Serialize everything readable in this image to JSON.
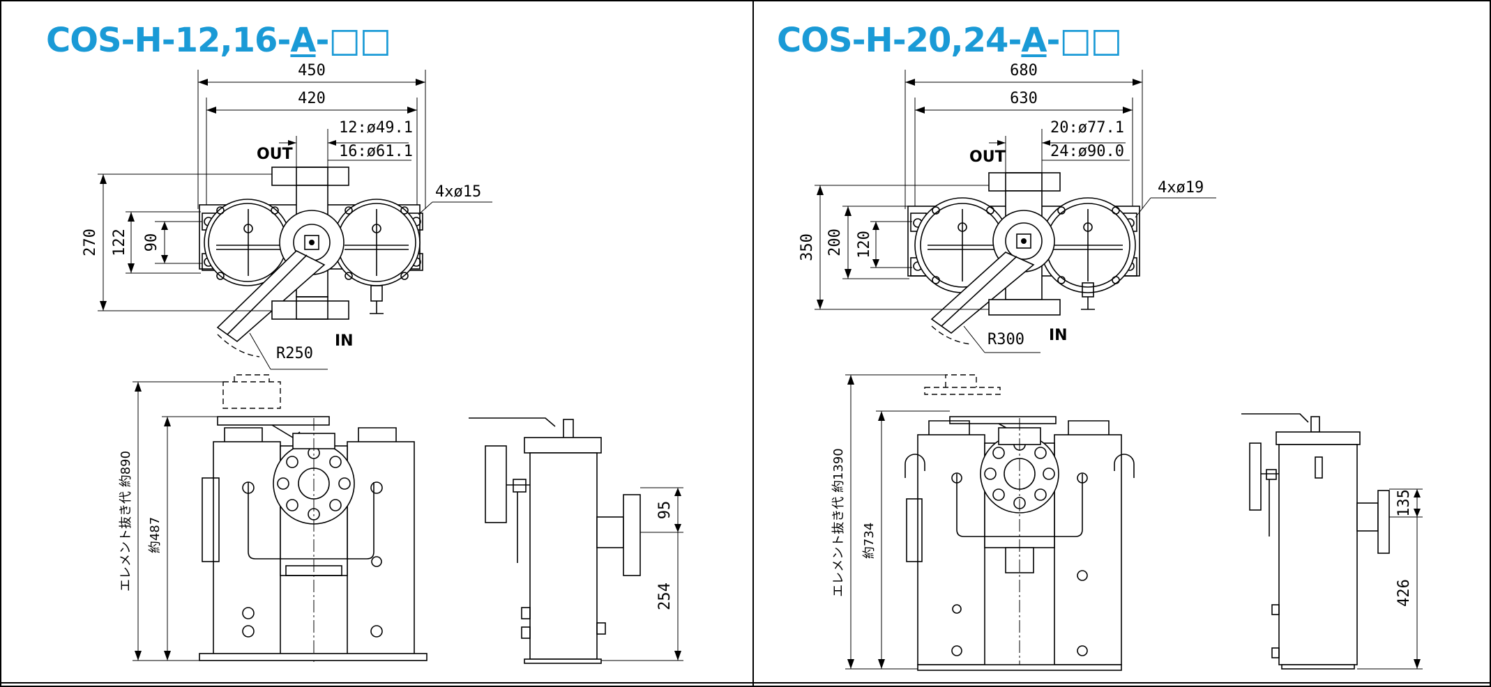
{
  "left": {
    "title_prefix": "COS-H-12,16-",
    "title_code": "A",
    "title_suffix": "-□□",
    "top_view": {
      "dim_overall": "450",
      "dim_bolt": "420",
      "dim_pipe_12": "12:ø49.1",
      "dim_pipe_16": "16:ø61.1",
      "label_out": "OUT",
      "label_in": "IN",
      "dim_holes": "4xø15",
      "dim_height": "270",
      "dim_base": "122",
      "dim_feet": "90",
      "dim_radius": "R250"
    },
    "front_view": {
      "dim_element": "エレメント抜き代  約890",
      "dim_total": "約487"
    },
    "side_view": {
      "dim_upper": "95",
      "dim_lower": "254"
    }
  },
  "right": {
    "title_prefix": "COS-H-20,24-",
    "title_code": "A",
    "title_suffix": "-□□",
    "top_view": {
      "dim_overall": "680",
      "dim_bolt": "630",
      "dim_pipe_20": "20:ø77.1",
      "dim_pipe_24": "24:ø90.0",
      "label_out": "OUT",
      "label_in": "IN",
      "dim_holes": "4xø19",
      "dim_height": "350",
      "dim_base": "200",
      "dim_feet": "120",
      "dim_radius": "R300"
    },
    "front_view": {
      "dim_element": "エレメント抜き代  約1390",
      "dim_total": "約734"
    },
    "side_view": {
      "dim_upper": "135",
      "dim_lower": "426"
    }
  },
  "colors": {
    "title": "#1a9ad6",
    "line": "#000000",
    "border": "#000000"
  }
}
